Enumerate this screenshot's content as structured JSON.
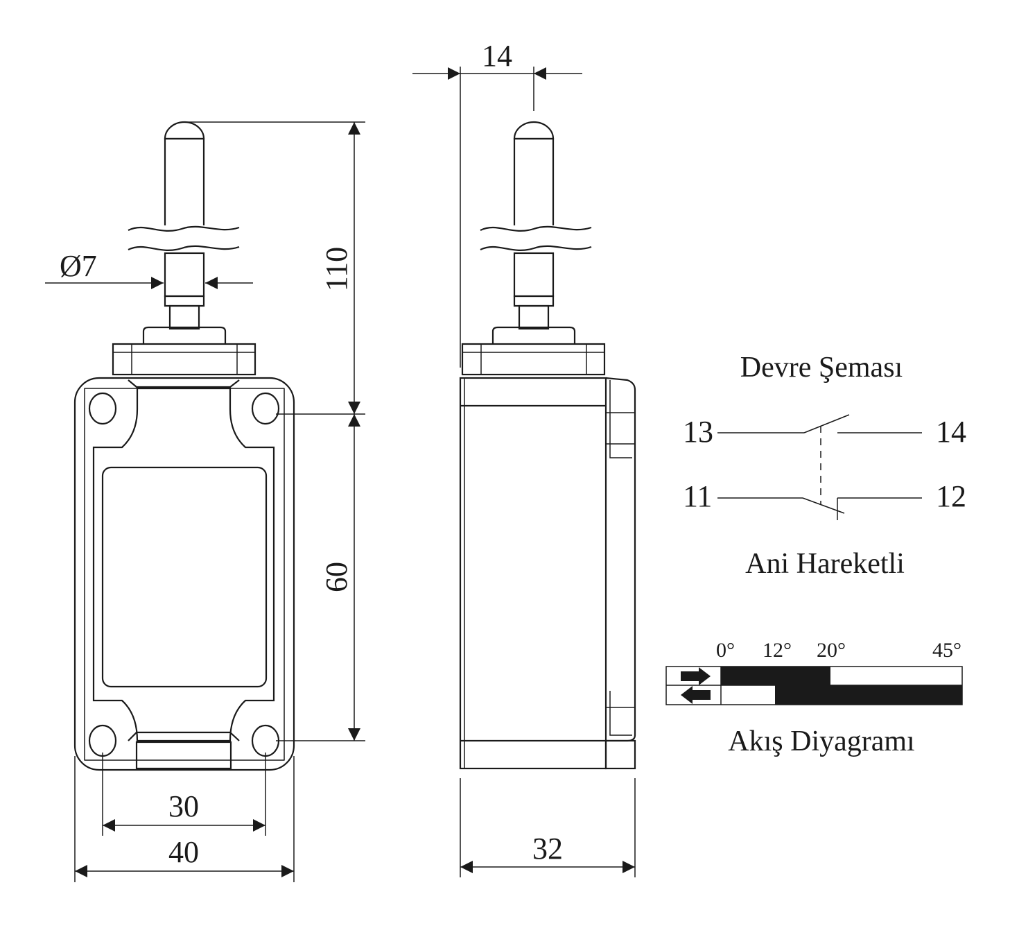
{
  "dimensions": {
    "top_width": "14",
    "diameter": "Ø7",
    "height_upper": "110",
    "height_lower": "60",
    "hole_spacing": "30",
    "body_width": "40",
    "side_depth": "32"
  },
  "circuit": {
    "title": "Devre Şeması",
    "terminals": {
      "t13": "13",
      "t14": "14",
      "t11": "11",
      "t12": "12"
    },
    "caption": "Ani Hareketli"
  },
  "flow_diagram": {
    "title": "Akış Diyagramı",
    "angles": [
      "0°",
      "12°",
      "20°",
      "45°"
    ],
    "fill_color": "#1a1a1a"
  }
}
